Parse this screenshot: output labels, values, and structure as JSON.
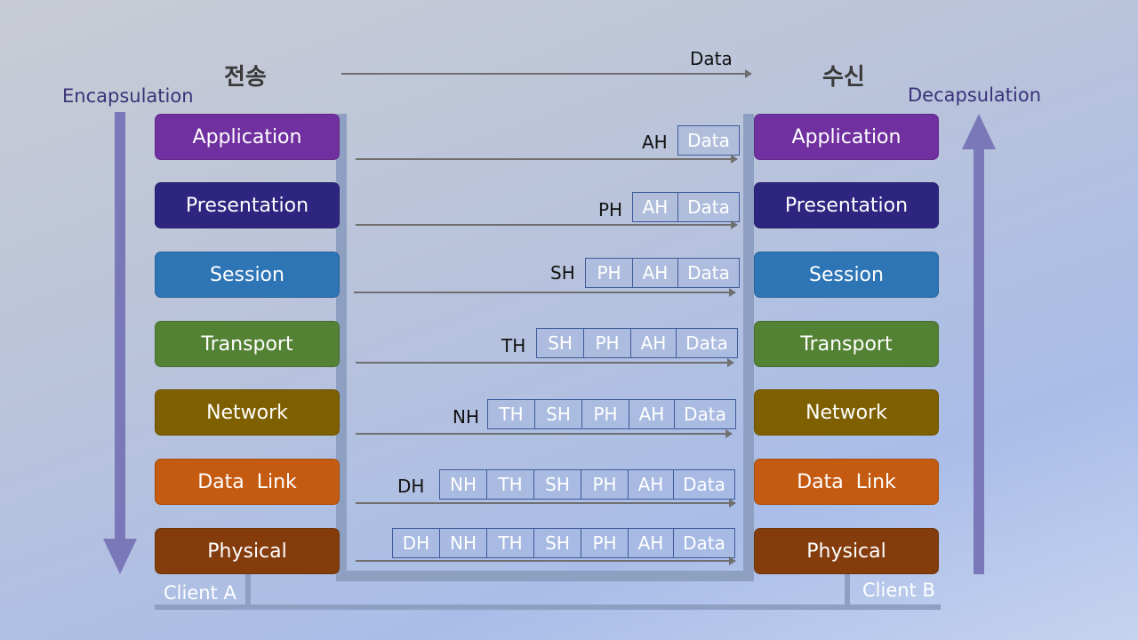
{
  "titles": {
    "send": "전송",
    "receive": "수신"
  },
  "side_labels": {
    "left": "Encapsulation",
    "right": "Decapsulation"
  },
  "top_arrow_label": "Data",
  "layers": [
    {
      "label": "Application",
      "color": "#7030a0"
    },
    {
      "label": "Presentation",
      "color": "#2e2580"
    },
    {
      "label": "Session",
      "color": "#2e75b6"
    },
    {
      "label": "Transport",
      "color": "#548235"
    },
    {
      "label": "Network",
      "color": "#7f6000"
    },
    {
      "label": "Data  Link",
      "color": "#c55a11"
    },
    {
      "label": "Physical",
      "color": "#843c0c"
    }
  ],
  "packets": [
    {
      "header": "AH",
      "cells": [
        "Data"
      ]
    },
    {
      "header": "PH",
      "cells": [
        "AH",
        "Data"
      ]
    },
    {
      "header": "SH",
      "cells": [
        "PH",
        "AH",
        "Data"
      ]
    },
    {
      "header": "TH",
      "cells": [
        "SH",
        "PH",
        "AH",
        "Data"
      ]
    },
    {
      "header": "NH",
      "cells": [
        "TH",
        "SH",
        "PH",
        "AH",
        "Data"
      ]
    },
    {
      "header": "DH",
      "cells": [
        "NH",
        "TH",
        "SH",
        "PH",
        "AH",
        "Data"
      ]
    },
    {
      "header": "",
      "cells": [
        "DH",
        "NH",
        "TH",
        "SH",
        "PH",
        "AH",
        "Data"
      ]
    }
  ],
  "clients": {
    "a": "Client A",
    "b": "Client B"
  },
  "colors": {
    "arrow": "#7a78b8",
    "pipe": "#8ea0c2",
    "cell_border": "#3e5a9a"
  }
}
